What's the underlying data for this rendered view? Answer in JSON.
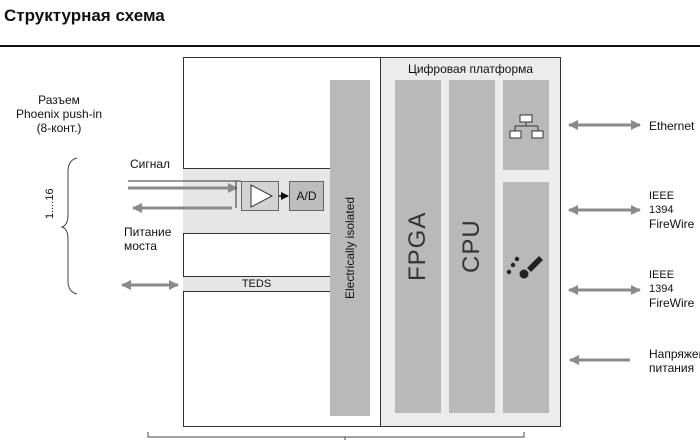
{
  "title": "Структурная схема",
  "connector": {
    "line1": "Разъем",
    "line2": "Phoenix push-in",
    "line3": "(8-конт.)",
    "range": "1....16"
  },
  "signals": {
    "signal": "Сигнал",
    "bridge_power_1": "Питание",
    "bridge_power_2": "моста",
    "teds": "TEDS",
    "ad": "A/D"
  },
  "isolation": "Electrically isolated",
  "digital": {
    "title": "Цифровая платформа",
    "fpga": "FPGA",
    "cpu": "CPU"
  },
  "ports": {
    "ethernet": "Ethernet",
    "ieee1": "IEEE 1394",
    "firewire1": "FireWire",
    "ieee2": "IEEE 1394",
    "firewire2": "FireWire",
    "power_1": "Напряжение",
    "power_2": "питания"
  },
  "icons": [
    "amplifier-icon",
    "network-icon",
    "firewire-icon"
  ],
  "colors": {
    "block_gray": "#b9b9b9",
    "panel_gray": "#ececec",
    "arrow_gray": "#8a8a8a",
    "line": "#333333"
  }
}
